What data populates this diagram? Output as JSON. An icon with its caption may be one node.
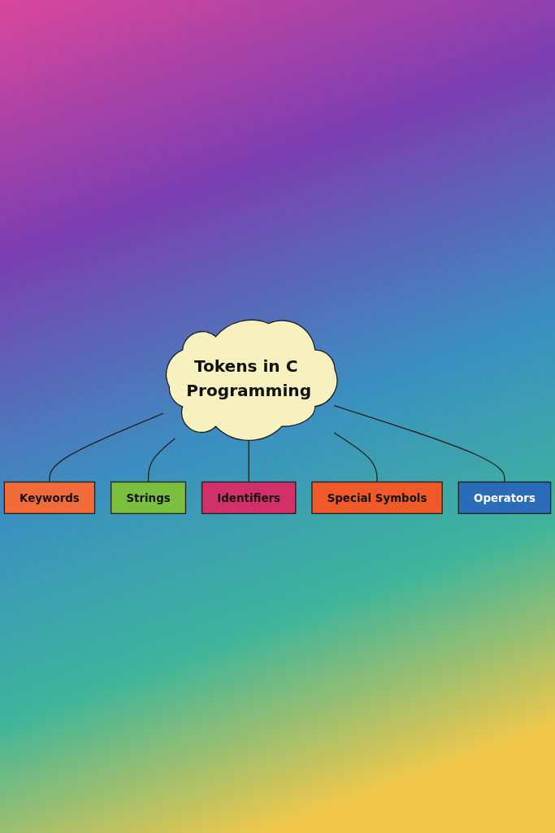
{
  "diagram": {
    "nodes": [
      {
        "text": [
          "Keywords"
        ]
      },
      {
        "text": [
          "Strings"
        ]
      },
      {
        "text": [
          "Tokens in C Programming"
        ]
      },
      {
        "text": [
          "Identifiers"
        ]
      },
      {
        "text": [
          "Special Symbols"
        ]
      },
      {
        "text": [
          "Operators"
        ]
      }
    ],
    "edges": [
      {
        "from": 2,
        "to": 0,
        "arrow": "none"
      },
      {
        "from": 2,
        "to": 1,
        "arrow": "none"
      },
      {
        "from": 2,
        "to": 3,
        "arrow": "none"
      },
      {
        "from": 2,
        "to": 4,
        "arrow": "none"
      },
      {
        "from": 2,
        "to": 5,
        "arrow": "none"
      }
    ]
  }
}
